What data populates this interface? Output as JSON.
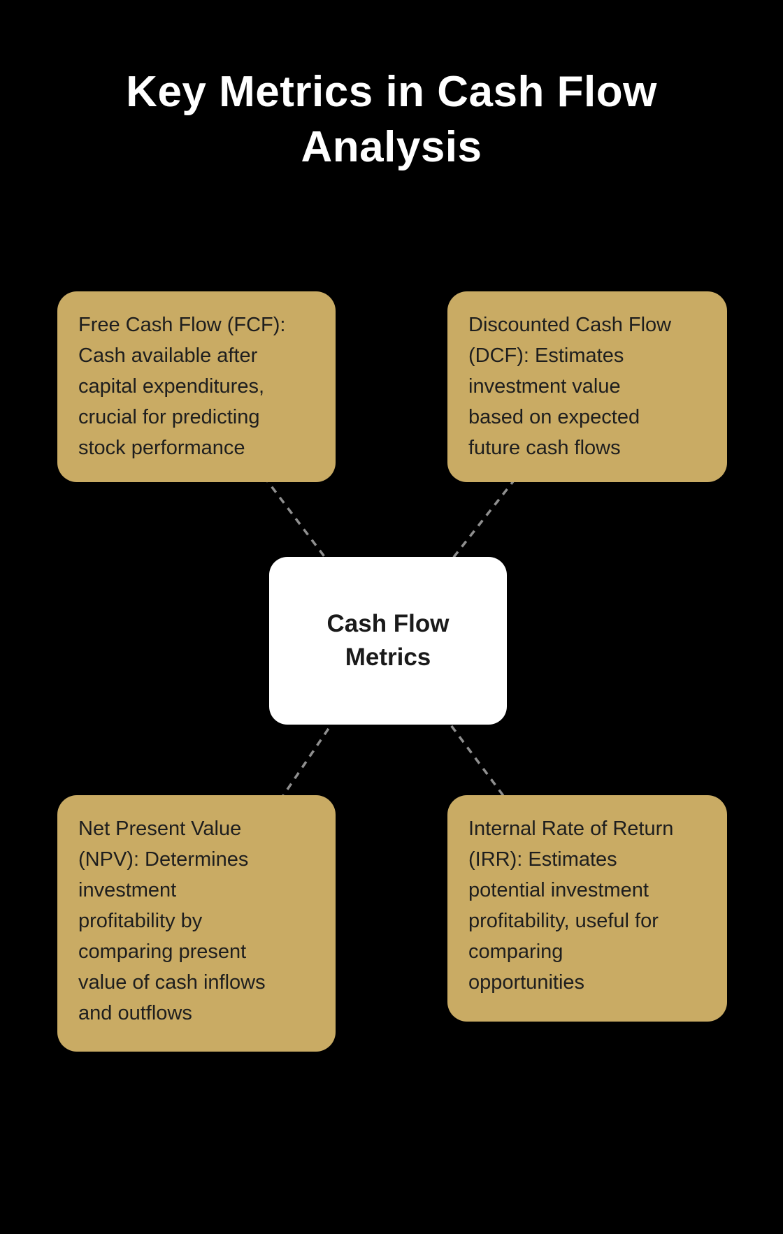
{
  "title": "Key Metrics in Cash Flow\nAnalysis",
  "center": {
    "label": "Cash Flow\nMetrics"
  },
  "nodes": [
    {
      "id": "free-cash-flow",
      "text": "Free Cash Flow (FCF):\nCash available after\ncapital expenditures,\ncrucial for predicting\nstock performance"
    },
    {
      "id": "discounted-cash-flow",
      "text": "Discounted Cash Flow\n(DCF): Estimates\ninvestment value\nbased on expected\nfuture cash flows"
    },
    {
      "id": "net-present-value",
      "text": "Net Present Value\n(NPV): Determines\ninvestment\nprofitability by\ncomparing present\nvalue of cash inflows\nand outflows"
    },
    {
      "id": "internal-rate-of-return",
      "text": "Internal Rate of Return\n(IRR): Estimates\npotential investment\nprofitability, useful for\ncomparing\nopportunities"
    }
  ],
  "colors": {
    "background": "#000000",
    "title_text": "#ffffff",
    "node_fill": "#c9ab64",
    "node_text": "#1e1e1e",
    "center_fill": "#ffffff",
    "center_text": "#1a1a1a",
    "connector": "#8f8f8f"
  }
}
